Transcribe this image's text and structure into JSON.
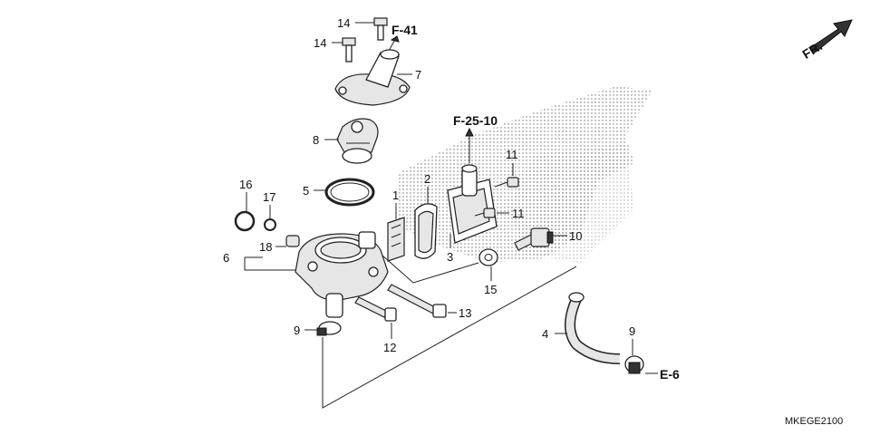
{
  "diagram_code": "MKEGE2100",
  "front_indicator": "FR.",
  "references": {
    "ref_top": "F-41",
    "ref_middle": "F-25-10",
    "ref_hose": "E-6"
  },
  "callouts": {
    "c1": "1",
    "c2": "2",
    "c3": "3",
    "c4": "4",
    "c5": "5",
    "c6": "6",
    "c7": "7",
    "c8": "8",
    "c9a": "9",
    "c9b": "9",
    "c10": "10",
    "c11a": "11",
    "c11b": "11",
    "c12": "12",
    "c13": "13",
    "c14a": "14",
    "c14b": "14",
    "c15": "15",
    "c16": "16",
    "c17": "17",
    "c18": "18"
  }
}
